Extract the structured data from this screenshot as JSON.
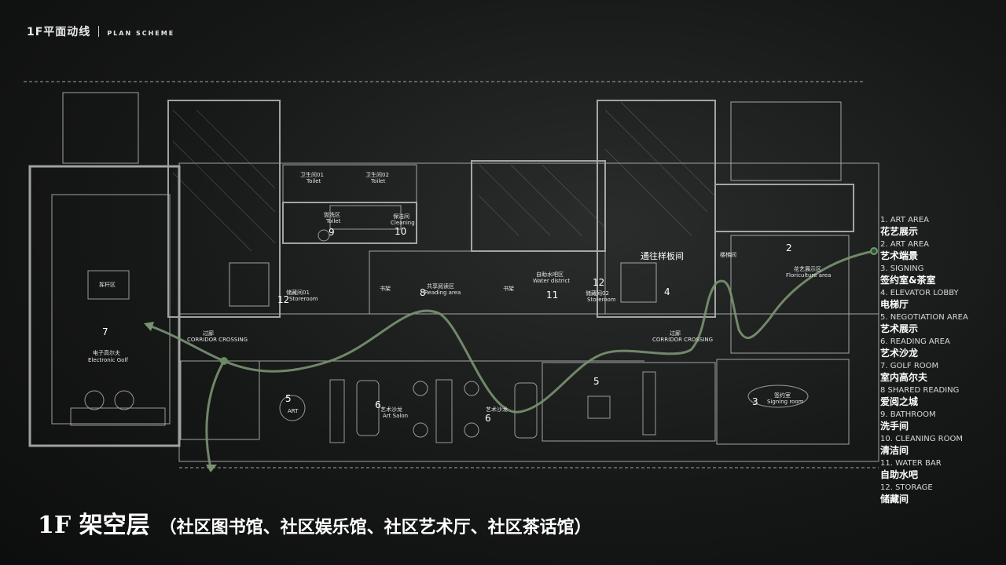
{
  "header": {
    "title": "1F平面动线",
    "subtitle": "PLAN SCHEME"
  },
  "footer": {
    "title": "1F 架空层",
    "subtitle": "（社区图书馆、社区娱乐馆、社区艺术厅、社区茶话馆）"
  },
  "legend": [
    {
      "en": "1. ART AREA",
      "zh": "花艺展示"
    },
    {
      "en": "2. ART AREA",
      "zh": "艺术端景"
    },
    {
      "en": "3. SIGNING",
      "zh": "签约室&茶室"
    },
    {
      "en": "4. ELEVATOR LOBBY",
      "zh": "电梯厅"
    },
    {
      "en": "5. NEGOTIATION AREA",
      "zh": "艺术展示"
    },
    {
      "en": "6. READING AREA",
      "zh": "艺术沙龙"
    },
    {
      "en": "7. GOLF ROOM",
      "zh": "室内高尔夫"
    },
    {
      "en": "8 SHARED READING",
      "zh": "爱阅之城"
    },
    {
      "en": "9. BATHROOM",
      "zh": "洗手间"
    },
    {
      "en": "10. CLEANING ROOM",
      "zh": "清洁间"
    },
    {
      "en": "11. WATER BAR",
      "zh": "自助水吧"
    },
    {
      "en": "12. STORAGE",
      "zh": "储藏间"
    }
  ],
  "plan": {
    "room_numbers": [
      "7",
      "9",
      "10",
      "12",
      "8",
      "11",
      "12",
      "4",
      "2",
      "5",
      "6",
      "6",
      "5",
      "3"
    ],
    "labels": {
      "toilet1": "卫生间01",
      "toilet1_en": "Toilet",
      "toilet2": "卫生间02",
      "toilet2_en": "Toilet",
      "wash": "盥洗区",
      "wash_en": "Toilet",
      "clean": "保洁间",
      "clean_en": "Cleaning",
      "store1": "储藏间01",
      "store1_en": "Storeroom",
      "store2": "储藏间02",
      "store2_en": "Storeroom",
      "reading": "共享阅读区",
      "reading_en": "Reading area",
      "water": "自助水吧区",
      "water_en": "Water district",
      "shelf1": "书架",
      "shelf2": "书架",
      "showroom": "通往样板间",
      "flower": "花艺展示区",
      "flower_en": "Floriculture area",
      "corridor1": "过廊",
      "corridor1_en": "CORRIDOR CROSSING",
      "corridor2": "过廊",
      "corridor2_en": "CORRIDOR CROSSING",
      "golf": "电子高尔夫",
      "golf_en": "Electronic Golf",
      "hit": "挥杆区",
      "salon1": "艺术沙龙",
      "salon1_en": "Art Salon",
      "salon2": "艺术沙龙",
      "sign": "签约室",
      "sign_en": "Signing room",
      "art": "ART",
      "stair_room": "楼梯间"
    }
  },
  "colors": {
    "route": "#6f8a6a",
    "lines": "#d8d8d8",
    "bg": "#1a1c1b"
  }
}
